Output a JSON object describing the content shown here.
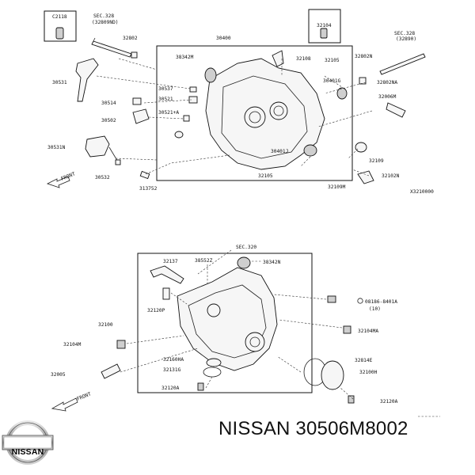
{
  "diagram": {
    "upper": {
      "labels": {
        "c2118": "C2118",
        "sec328_left": "SEC.328",
        "ref_32809nd": "(32809ND)",
        "p32802": "32802",
        "p30400": "30400",
        "p32104": "32104",
        "sec328_right": "SEC.328",
        "ref_32890": "(32890)",
        "p38342m": "38342M",
        "p32108": "32108",
        "p32105_a": "32105",
        "p32802n": "32802N",
        "p30531": "30531",
        "p30537": "30537",
        "p30521": "30521",
        "p30401g": "30401G",
        "p32802na": "32802NA",
        "p30514": "30514",
        "p30521a": "30521+A",
        "p32006m": "32006M",
        "p30502": "30502",
        "p30531n": "30531N",
        "p30401j": "30401J",
        "p32109": "32109",
        "p30532": "30532",
        "p32105_b": "32105",
        "p32102n": "32102N",
        "front": "FRONT",
        "p313752": "313752",
        "p32109m": "32109M",
        "drawing_code": "X3210000"
      }
    },
    "lower": {
      "labels": {
        "sec320": "SEC.320",
        "p32137": "32137",
        "p38552z": "38552Z",
        "p38342n": "38342N",
        "p32120p": "32120P",
        "p08186": "08186-8401A",
        "p08186_qty": "(10)",
        "p32100": "32100",
        "p32104ma": "32104MA",
        "p32104m": "32104M",
        "p32814e": "32814E",
        "p32160ha": "32160HA",
        "p32131g": "32131G",
        "p32100h": "32100H",
        "p32005": "32005",
        "p32120a_left": "32120A",
        "p32120a_right": "32120A",
        "front": "FRONT"
      }
    }
  },
  "logo": {
    "text": "NISSAN",
    "icon": "nissan-logo-icon"
  },
  "caption": {
    "brand": "NISSAN",
    "part_number": "30506M8002",
    "text": "NISSAN 30506M8002"
  }
}
